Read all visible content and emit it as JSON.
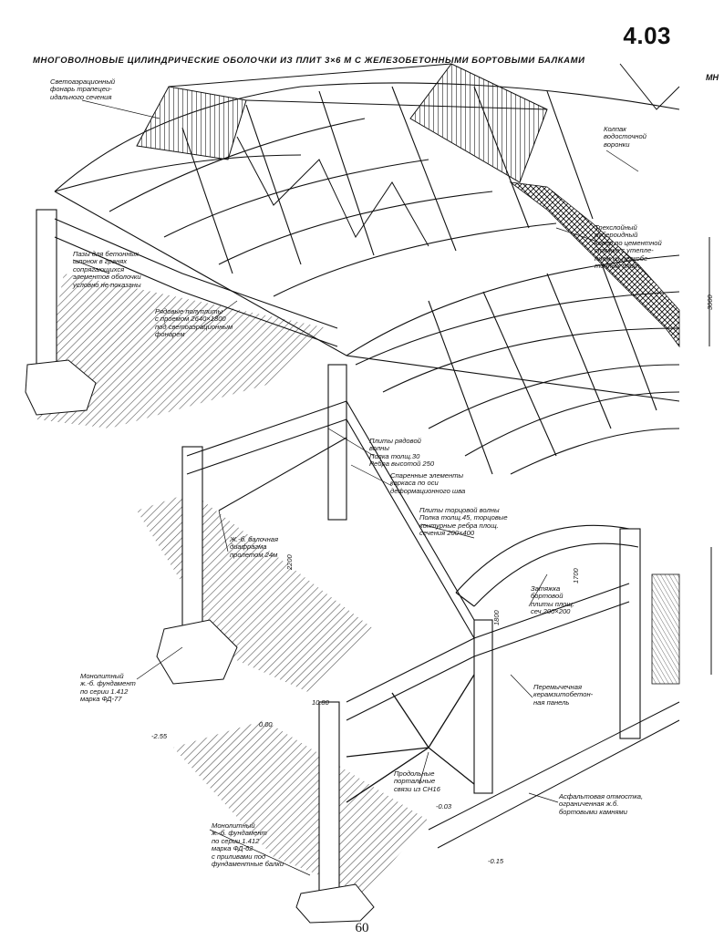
{
  "sheet": {
    "number": "4.03",
    "title": "МНОГОВОЛНОВЫЕ ЦИЛИНДРИЧЕСКИЕ ОБОЛОЧКИ ИЗ ПЛИТ 3×6 М С ЖЕЛЕЗОБЕТОННЫМИ БОРТОВЫМИ БАЛКАМИ",
    "title_cut_right": "МН",
    "page_number": "60"
  },
  "callouts": {
    "skylight": "Светоаэрационный\nфонарь трапецеи-\nидального сечения",
    "funnel_cap": "Колпак\nводосточной\nворонки",
    "roofing": "Трехслойный\nрубероидный\nковер по цементной\nстяжке с утепле-\nнием из легкобе-\nтонных плит",
    "grooves": "Пазы для бетонных\nшпонок в гранях\nсопрягающихся\nэлементов оболочки\nусловно не показаны",
    "row_half_plates": "Рядовые полуплиты\nс проемом 2640×1800\nпод светоаэрационным\nфонарем",
    "row_wave_plates": "Плиты рядовой\nволны\nПолка толщ.30\nРебра высотой 250",
    "paired_elements": "Спаренные элементы\nкаркаса по оси\nдеформационного шва",
    "end_wave_plates": "Плиты торцовой волны\nПолка толщ.45, торцовые\nконтурные ребра площ.\nсечения 200×400",
    "diaphragm": "Ж.-б. балочная\nдиафрагма\nпролетом 24м",
    "edge_tie": "Затяжка\nбортовой\nплиты площ.\nсеч.200×200",
    "lintel_panel": "Перемычечная\nкерамзитобетон-\nная панель",
    "foundation_fd77": "Монолитный\nж.-б. фундамент\nпо серии 1.412\nмарка ФД-77",
    "portal_bracing": "Продольные\nпортальные\nсвязи из СН16",
    "asphalt": "Асфальтовая отмостка,\nограниченная ж.б.\nбортовыми камнями",
    "foundation_fd62": "Монолитный\nж.-б. фундамент\nпо серии 1.412\nмарка ФД-62\nс приливами под\nфундаментные балки"
  },
  "dimensions": {
    "d2200": "2200",
    "d1700": "1700",
    "d1800": "1800",
    "d3000": "3000",
    "el_1080": "10.80",
    "el_000": "0.00",
    "el_m255": "-2.55",
    "el_m003": "-0.03",
    "el_m015": "-0.15"
  }
}
